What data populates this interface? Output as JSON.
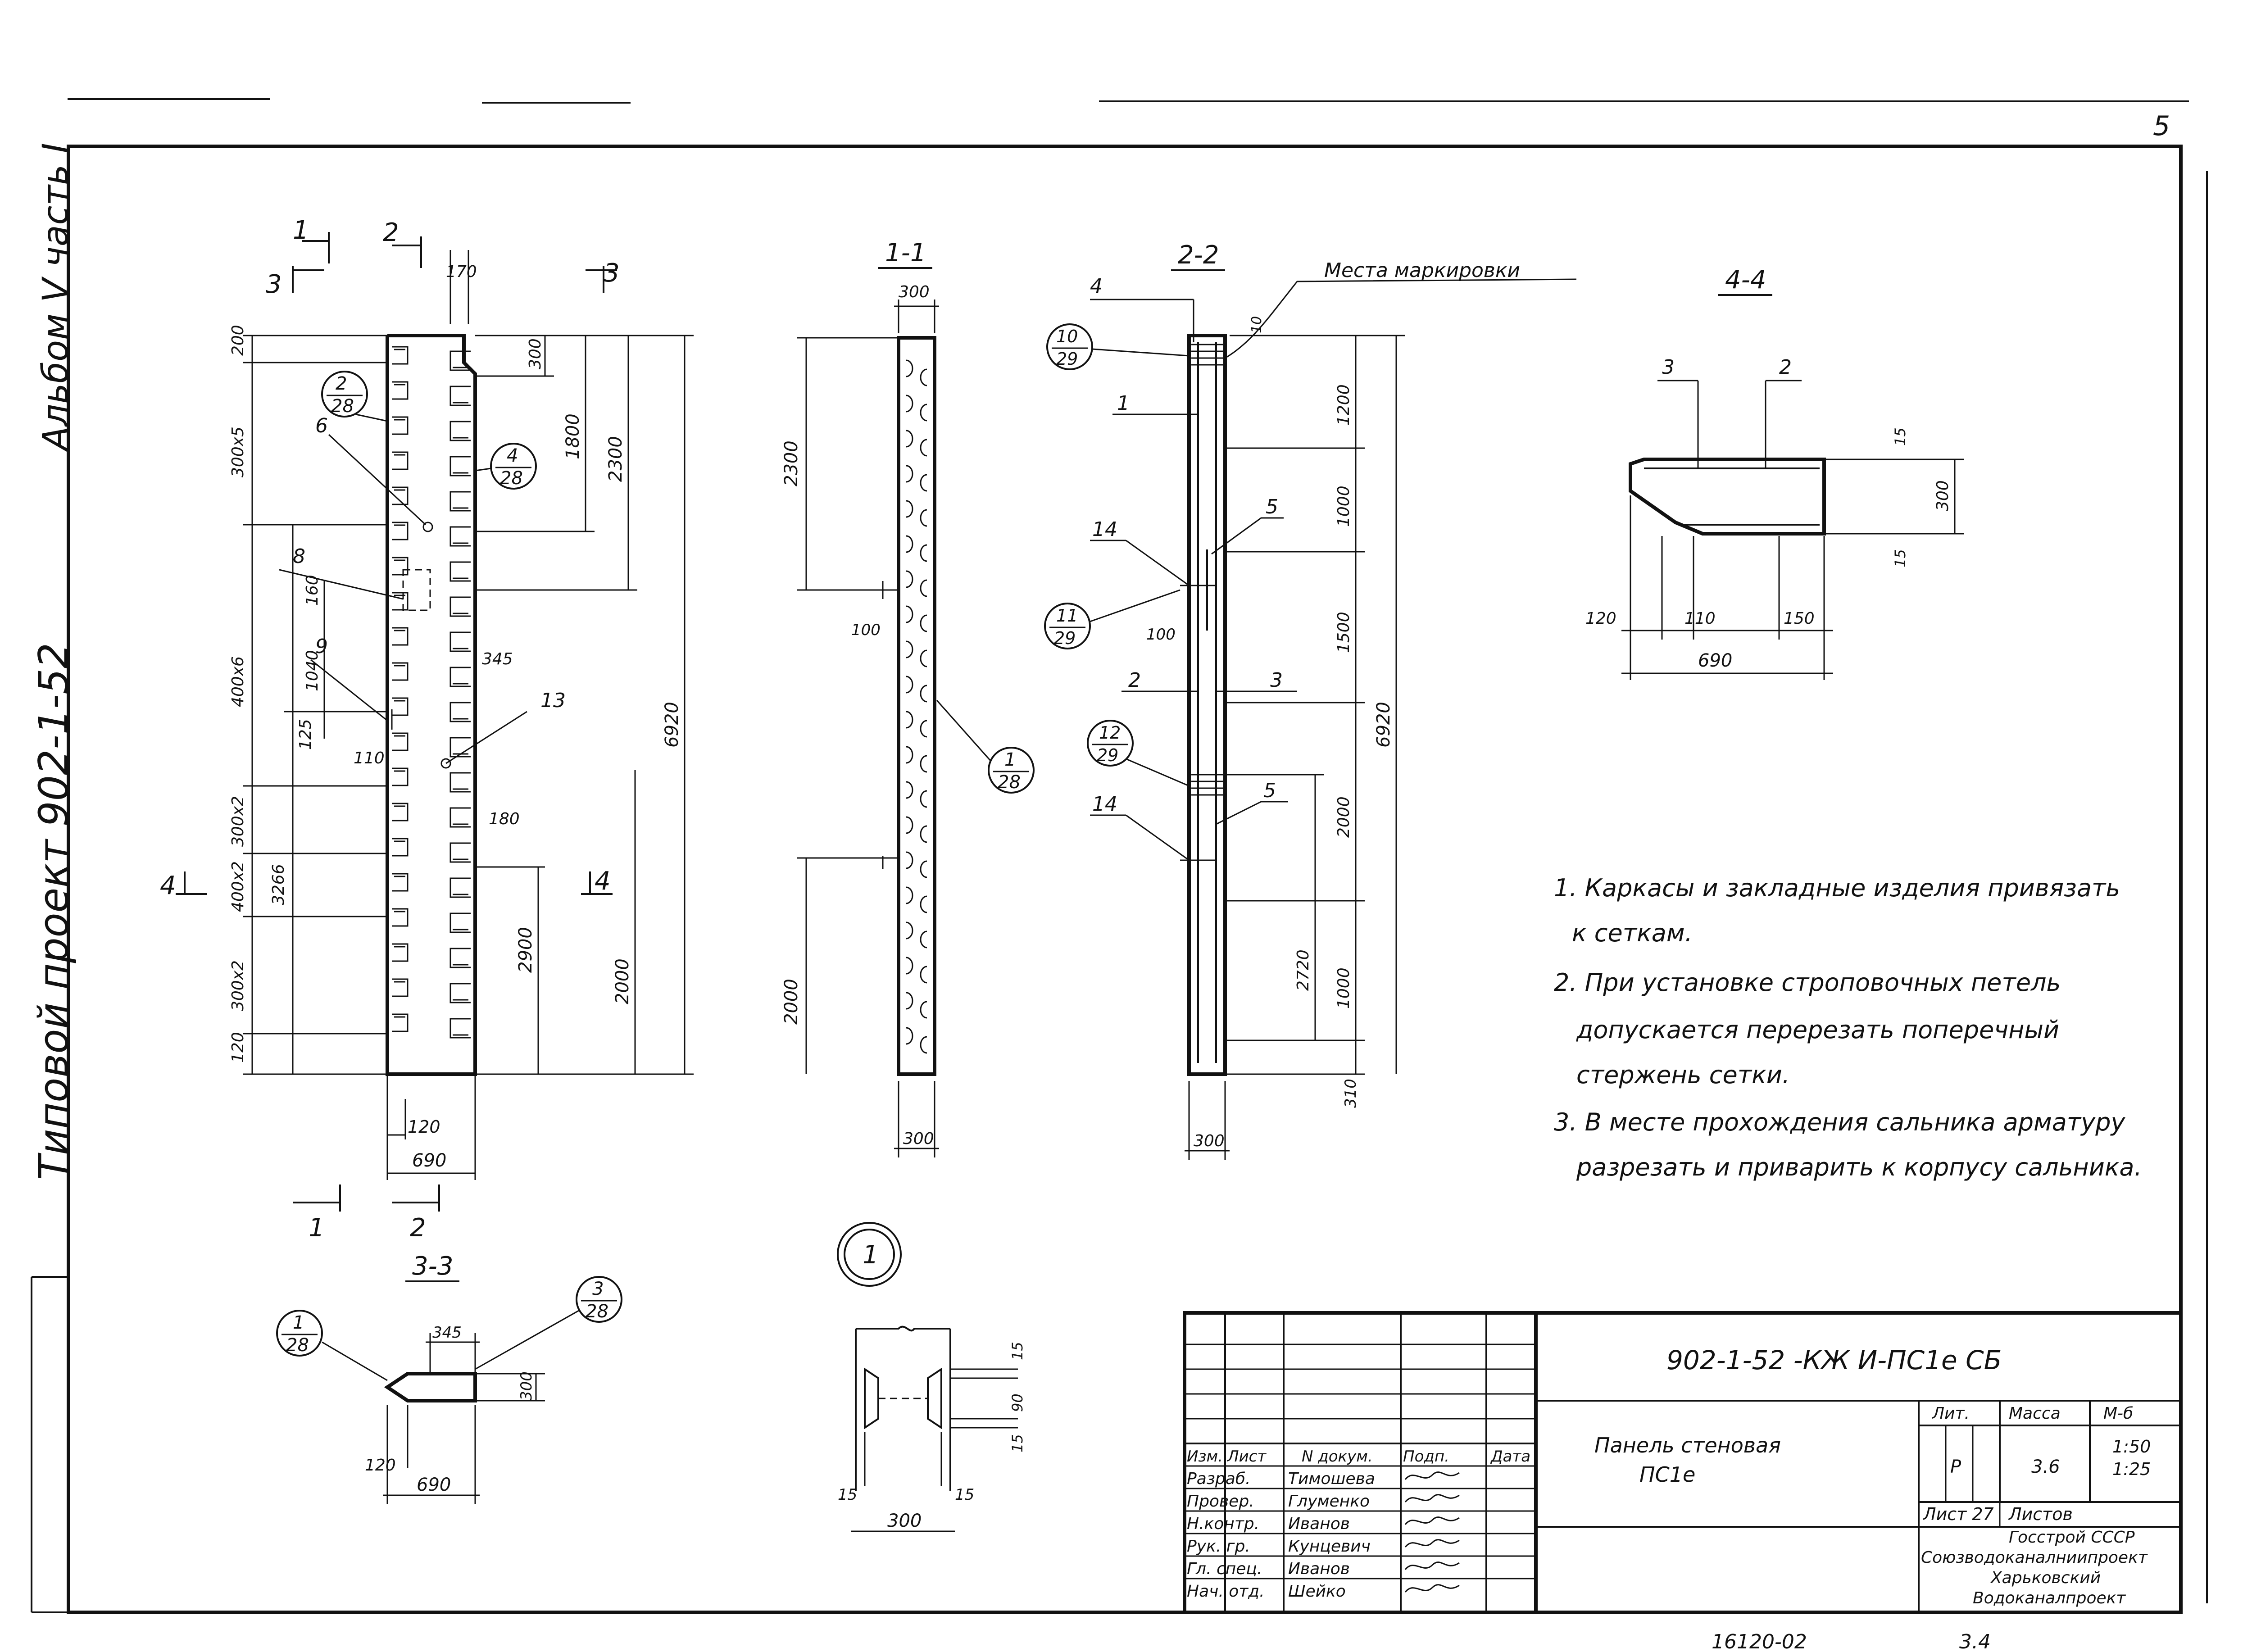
{
  "margin": {
    "album": "Альбом  V часть I",
    "project": "Типовой проект 902-1-52"
  },
  "sections": {
    "s11": "1-1",
    "s22": "2-2",
    "s33": "3-3",
    "s44": "4-4",
    "node1": "1"
  },
  "cut_marks": {
    "c1": "1",
    "c2": "2",
    "c3": "3",
    "c4": "4"
  },
  "marking_label": "Места маркировки",
  "callouts": [
    {
      "id": "2/28",
      "num": "2",
      "den": "28"
    },
    {
      "id": "4/28",
      "num": "4",
      "den": "28"
    },
    {
      "id": "1/28-a",
      "num": "1",
      "den": "28"
    },
    {
      "id": "10/29",
      "num": "10",
      "den": "29"
    },
    {
      "id": "11/29",
      "num": "11",
      "den": "29"
    },
    {
      "id": "12/29",
      "num": "12",
      "den": "29"
    },
    {
      "id": "1/28-b",
      "num": "1",
      "den": "28"
    },
    {
      "id": "3/28",
      "num": "3",
      "den": "28"
    }
  ],
  "positions": {
    "p6": "6",
    "p8": "8",
    "p9": "9",
    "p13": "13",
    "p22_4": "4",
    "p22_1": "1",
    "p22_5a": "5",
    "p22_14a": "14",
    "p22_2": "2",
    "p22_3": "3",
    "p22_14b": "14",
    "p22_5b": "5",
    "p44_3": "3",
    "p44_2": "2"
  },
  "dims_main": {
    "d200": "200",
    "d300x5": "300х5",
    "d400x6": "400х6",
    "d300x2a": "300х2",
    "d400x2": "400х2",
    "d300x2b": "300х2",
    "d120v": "120",
    "d3266": "3266",
    "d1040": "1040",
    "d160": "160",
    "d125": "125",
    "d110": "110",
    "d345": "345",
    "d180": "180",
    "d170": "170",
    "d300top": "300",
    "d1800": "1800",
    "d2300": "2300",
    "d2900": "2900",
    "d2000": "2000",
    "d6920": "6920",
    "d120h": "120",
    "d690": "690"
  },
  "dims_11": {
    "d300top": "300",
    "d2300": "2300",
    "d100": "100",
    "d2000": "2000",
    "d300bot": "300"
  },
  "dims_22": {
    "d10": "10",
    "d1200": "1200",
    "d1000a": "1000",
    "d1500": "1500",
    "d2000": "2000",
    "d2720": "2720",
    "d1000b": "1000",
    "d310": "310",
    "d6920": "6920",
    "d100": "100",
    "d300": "300"
  },
  "dims_44": {
    "d15a": "15",
    "d300": "300",
    "d15b": "15",
    "d120": "120",
    "d110": "110",
    "d150": "150",
    "d690": "690"
  },
  "dims_33": {
    "d345": "345",
    "d300": "300",
    "d120": "120",
    "d690": "690"
  },
  "dims_node": {
    "d15a": "15",
    "d90": "90",
    "d15b": "15",
    "d15l": "15",
    "d15r": "15",
    "d300": "300"
  },
  "notes": [
    "1. Каркасы и закладные изделия привязать",
    "к сеткам.",
    "2. При установке строповочных петель",
    "допускается перерезать поперечный",
    "стержень сетки.",
    "3. В месте прохождения сальника арматуру",
    "разрезать и приварить к корпусу сальника."
  ],
  "title_block": {
    "code": "902-1-52 -КЖ И-ПС1е  СБ",
    "name_line1": "Панель стеновая",
    "name_line2": "ПС1е",
    "hdr": {
      "izm": "Изм.",
      "list": "Лист",
      "ndoc": "N докум.",
      "podp": "Подп.",
      "data": "Дата"
    },
    "roles": [
      "Разраб.",
      "Провер.",
      "Н.контр.",
      "Рук. гр.",
      "Гл. спец.",
      "Нач. отд."
    ],
    "persons": [
      "Тимошева",
      "Глуменко",
      "Иванов",
      "Кунцевич",
      "Иванов",
      "Шейко"
    ],
    "lit_hdr": "Лит.",
    "mass_hdr": "Масса",
    "scale_hdr": "М-б",
    "lit": "Р",
    "mass": "3.6",
    "scale1": "1:50",
    "scale2": "1:25",
    "sheet": "Лист 27",
    "sheets": "Листов",
    "org1": "Госстрой СССР",
    "org2": "Союзводоканалниипроект",
    "org3": "Харьковский",
    "org4": "Водоканалпроект"
  },
  "bottom": {
    "inv": "16120-02",
    "fmt": "3.4"
  },
  "corner_mark": "5"
}
